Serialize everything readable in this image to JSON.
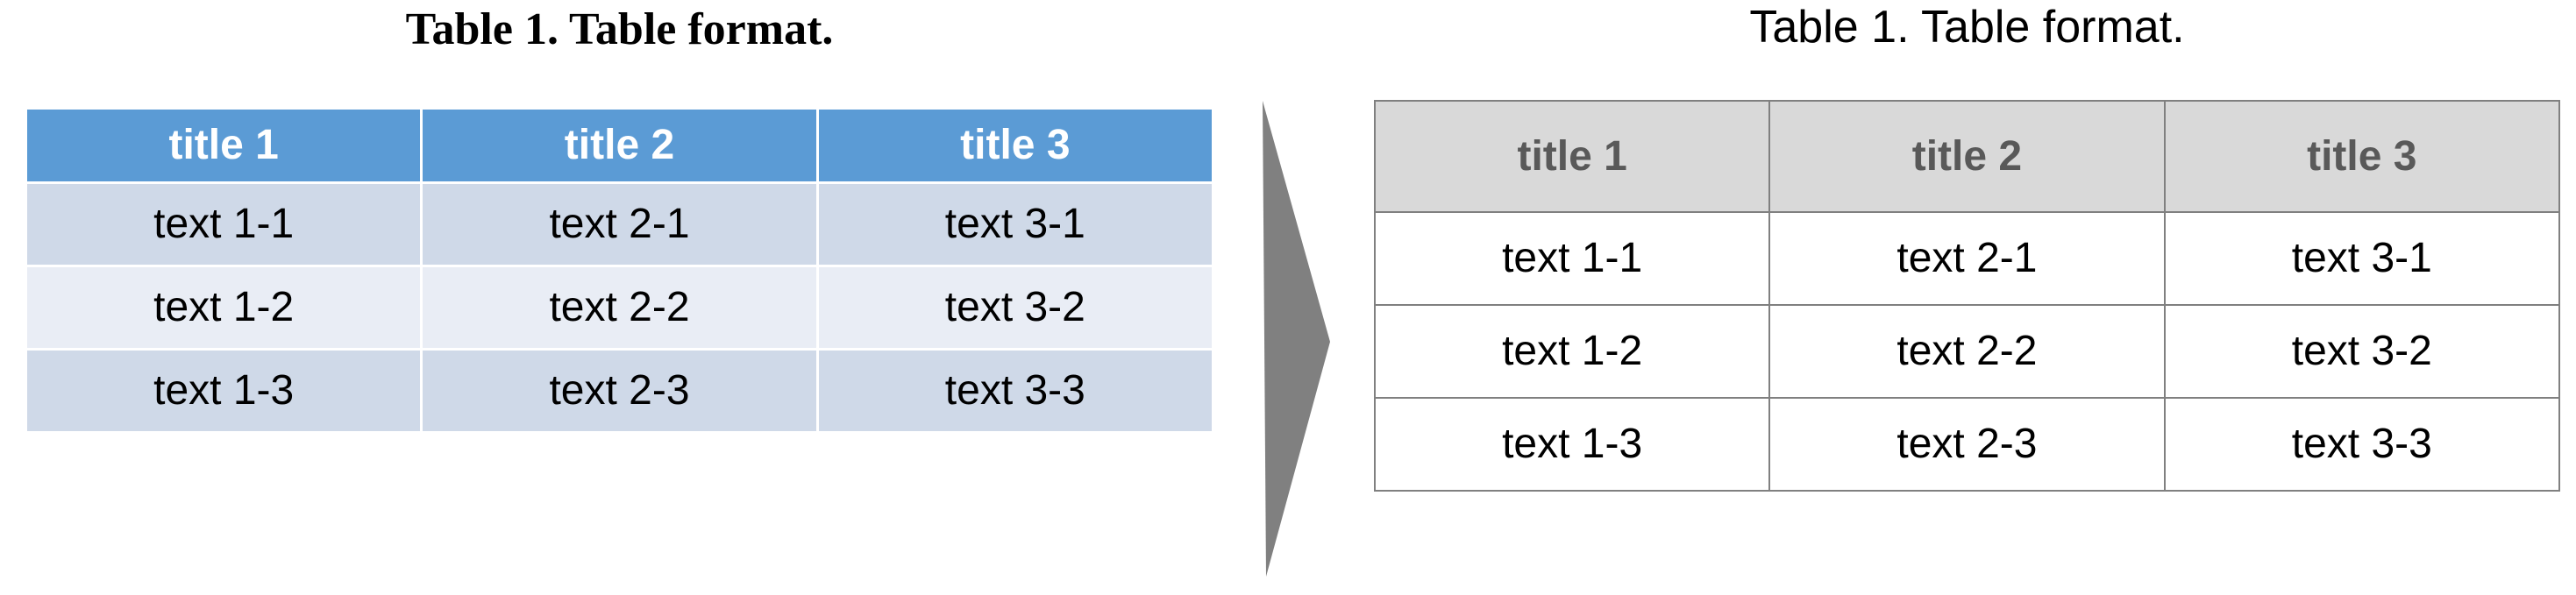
{
  "left": {
    "caption": "Table 1. Table format.",
    "style": {
      "header_fill": "#5B9BD5",
      "header_text": "#FFFFFF",
      "row_fill_odd": "#CFD9E8",
      "row_fill_even": "#E9EDF5",
      "body_text": "#000000"
    },
    "table": {
      "headers": [
        "title 1",
        "title 2",
        "title 3"
      ],
      "rows": [
        [
          "text 1-1",
          "text 2-1",
          "text 3-1"
        ],
        [
          "text 1-2",
          "text 2-2",
          "text 3-2"
        ],
        [
          "text 1-3",
          "text 2-3",
          "text 3-3"
        ]
      ]
    }
  },
  "arrow": {
    "name": "right-arrow",
    "color": "#808080"
  },
  "right": {
    "caption": "Table 1. Table format.",
    "style": {
      "header_fill": "#D9D9D9",
      "header_text": "#595959",
      "row_fill": "#FFFFFF",
      "body_text": "#000000",
      "border": "#808080"
    },
    "table": {
      "headers": [
        "title 1",
        "title 2",
        "title 3"
      ],
      "rows": [
        [
          "text 1-1",
          "text 2-1",
          "text 3-1"
        ],
        [
          "text 1-2",
          "text 2-2",
          "text 3-2"
        ],
        [
          "text 1-3",
          "text 2-3",
          "text 3-3"
        ]
      ]
    }
  }
}
